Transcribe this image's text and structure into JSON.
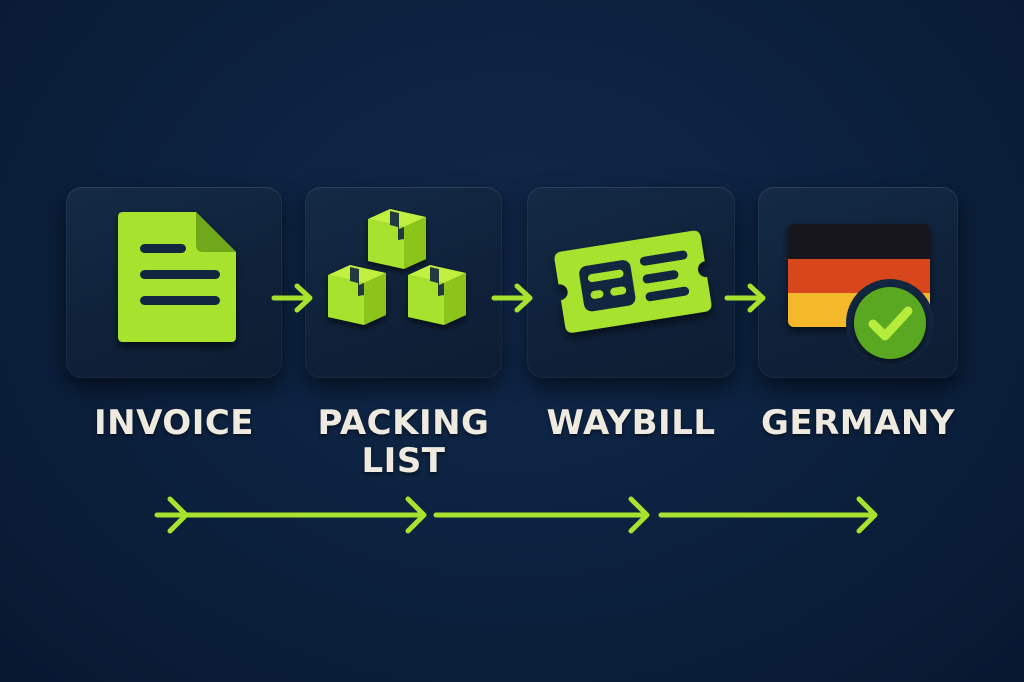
{
  "colors": {
    "background": "#0c2240",
    "card": "#12263f",
    "accent_green": "#a6e22e",
    "flag_black": "#15181a",
    "flag_red": "#d8461e",
    "flag_gold": "#f5b82a",
    "check_circle": "#5aa820",
    "label_text": "#efeadf"
  },
  "steps": [
    {
      "id": "invoice",
      "label_lines": [
        "INVOICE"
      ],
      "icon": "document-icon"
    },
    {
      "id": "packing-list",
      "label_lines": [
        "PACKING",
        "LIST"
      ],
      "icon": "boxes-icon"
    },
    {
      "id": "waybill",
      "label_lines": [
        "WAYBILL"
      ],
      "icon": "ticket-icon"
    },
    {
      "id": "germany",
      "label_lines": [
        "GERMANY"
      ],
      "icon": "germany-flag-check-icon"
    }
  ],
  "connectors": {
    "between_cards": 3,
    "flow_arrows": 3
  }
}
